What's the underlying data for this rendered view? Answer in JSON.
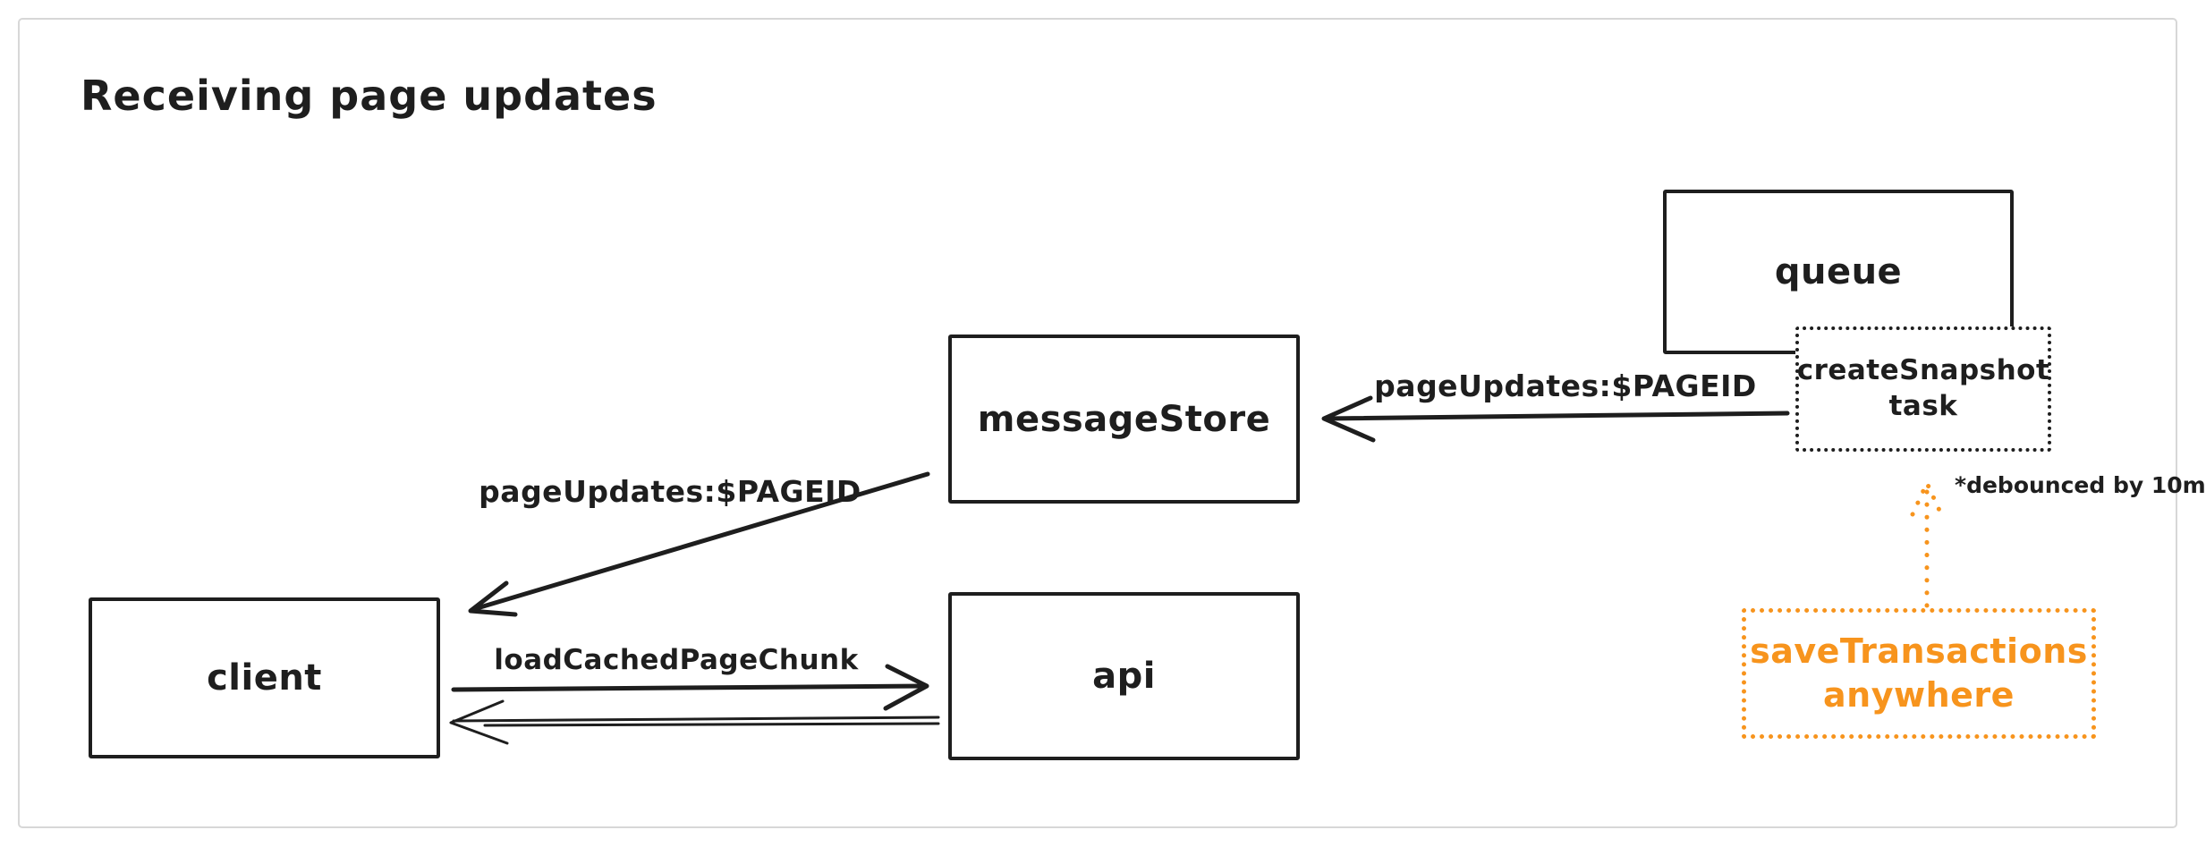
{
  "title": "Receiving page updates",
  "colors": {
    "ink": "#1e1e1e",
    "accent_orange": "#f7941d",
    "frame_border": "#d7d7d7",
    "canvas_background": "#ffffff"
  },
  "nodes": {
    "queue": {
      "label": "queue",
      "style": "solid"
    },
    "create_snapshot_task": {
      "label_line1": "createSnapshot",
      "label_line2": "task",
      "style": "dotted"
    },
    "message_store": {
      "label": "messageStore",
      "style": "solid"
    },
    "client": {
      "label": "client",
      "style": "solid"
    },
    "api": {
      "label": "api",
      "style": "solid"
    },
    "save_transactions": {
      "label_line1": "saveTransactions",
      "label_line2": "anywhere",
      "style": "dotted-orange"
    }
  },
  "edges": {
    "create_snapshot_to_message_store": {
      "from": "createSnapshot task",
      "to": "messageStore",
      "label": "pageUpdates:$PAGEID",
      "style": "solid-arrow"
    },
    "message_store_to_client": {
      "from": "messageStore",
      "to": "client",
      "label": "pageUpdates:$PAGEID",
      "style": "solid-arrow"
    },
    "client_to_api": {
      "from": "client",
      "to": "api",
      "label": "loadCachedPageChunk",
      "style": "solid-arrow"
    },
    "api_to_client": {
      "from": "api",
      "to": "client",
      "label": "",
      "style": "thin-double-line-arrow"
    },
    "save_transactions_to_create_snapshot": {
      "from": "saveTransactions anywhere",
      "to": "createSnapshot task",
      "label": "",
      "style": "dotted-orange-arrow"
    }
  },
  "notes": {
    "debounced": "*debounced by 10m"
  }
}
